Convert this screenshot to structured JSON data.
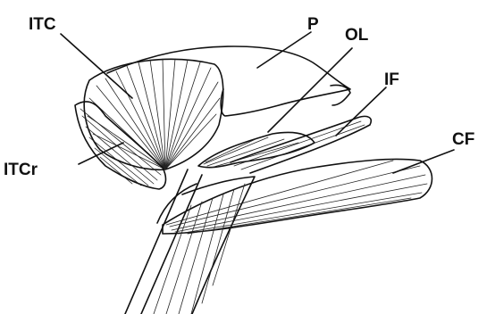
{
  "labels": {
    "itc": "ITC",
    "p": "P",
    "ol": "OL",
    "if": "IF",
    "itcr": "ITCr",
    "cf": "CF"
  },
  "colors": {
    "ink": "#111111",
    "paper": "#ffffff"
  }
}
